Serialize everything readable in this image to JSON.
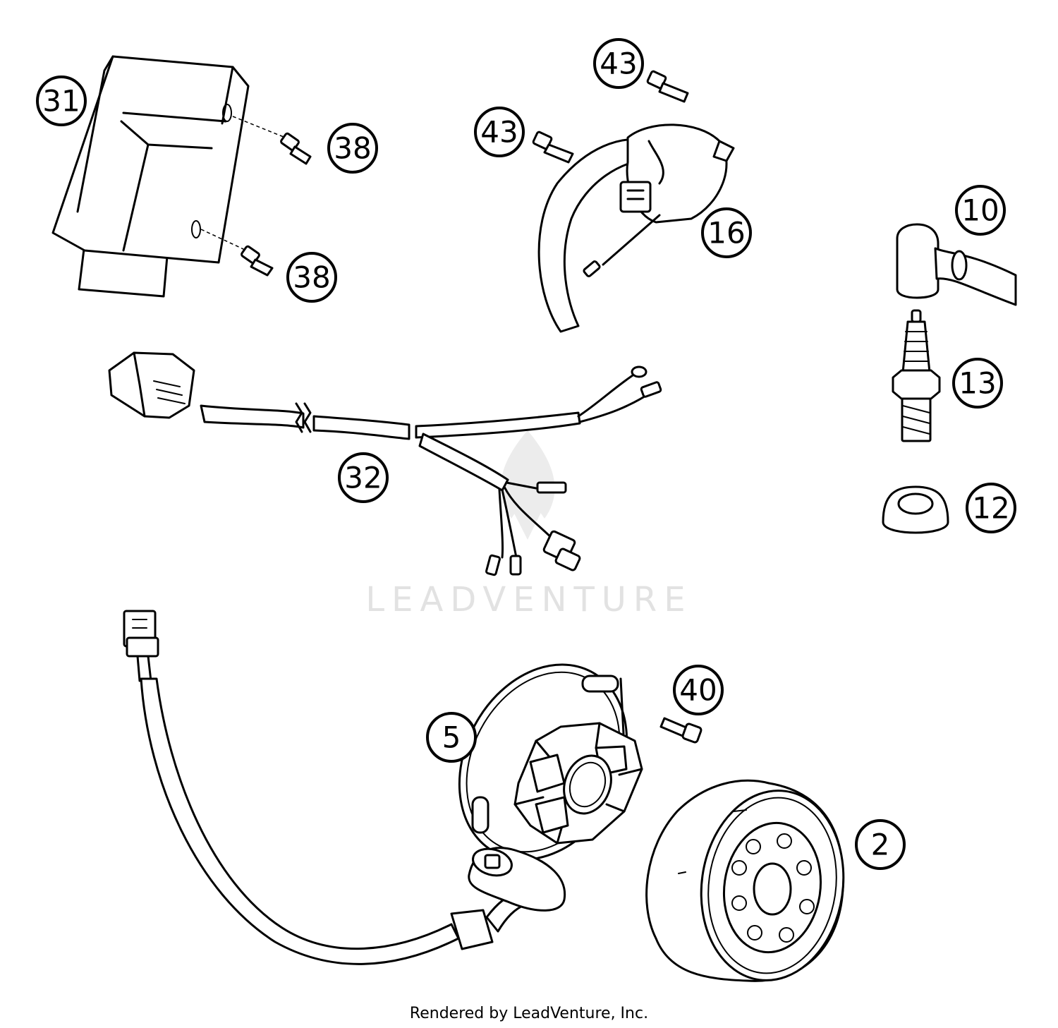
{
  "watermark": "LEADVENTURE",
  "credit": "Rendered by LeadVenture, Inc.",
  "callouts": {
    "c31": "31",
    "c38a": "38",
    "c38b": "38",
    "c43a": "43",
    "c43b": "43",
    "c16": "16",
    "c10": "10",
    "c13": "13",
    "c12": "12",
    "c32": "32",
    "c40": "40",
    "c5": "5",
    "c2": "2"
  }
}
